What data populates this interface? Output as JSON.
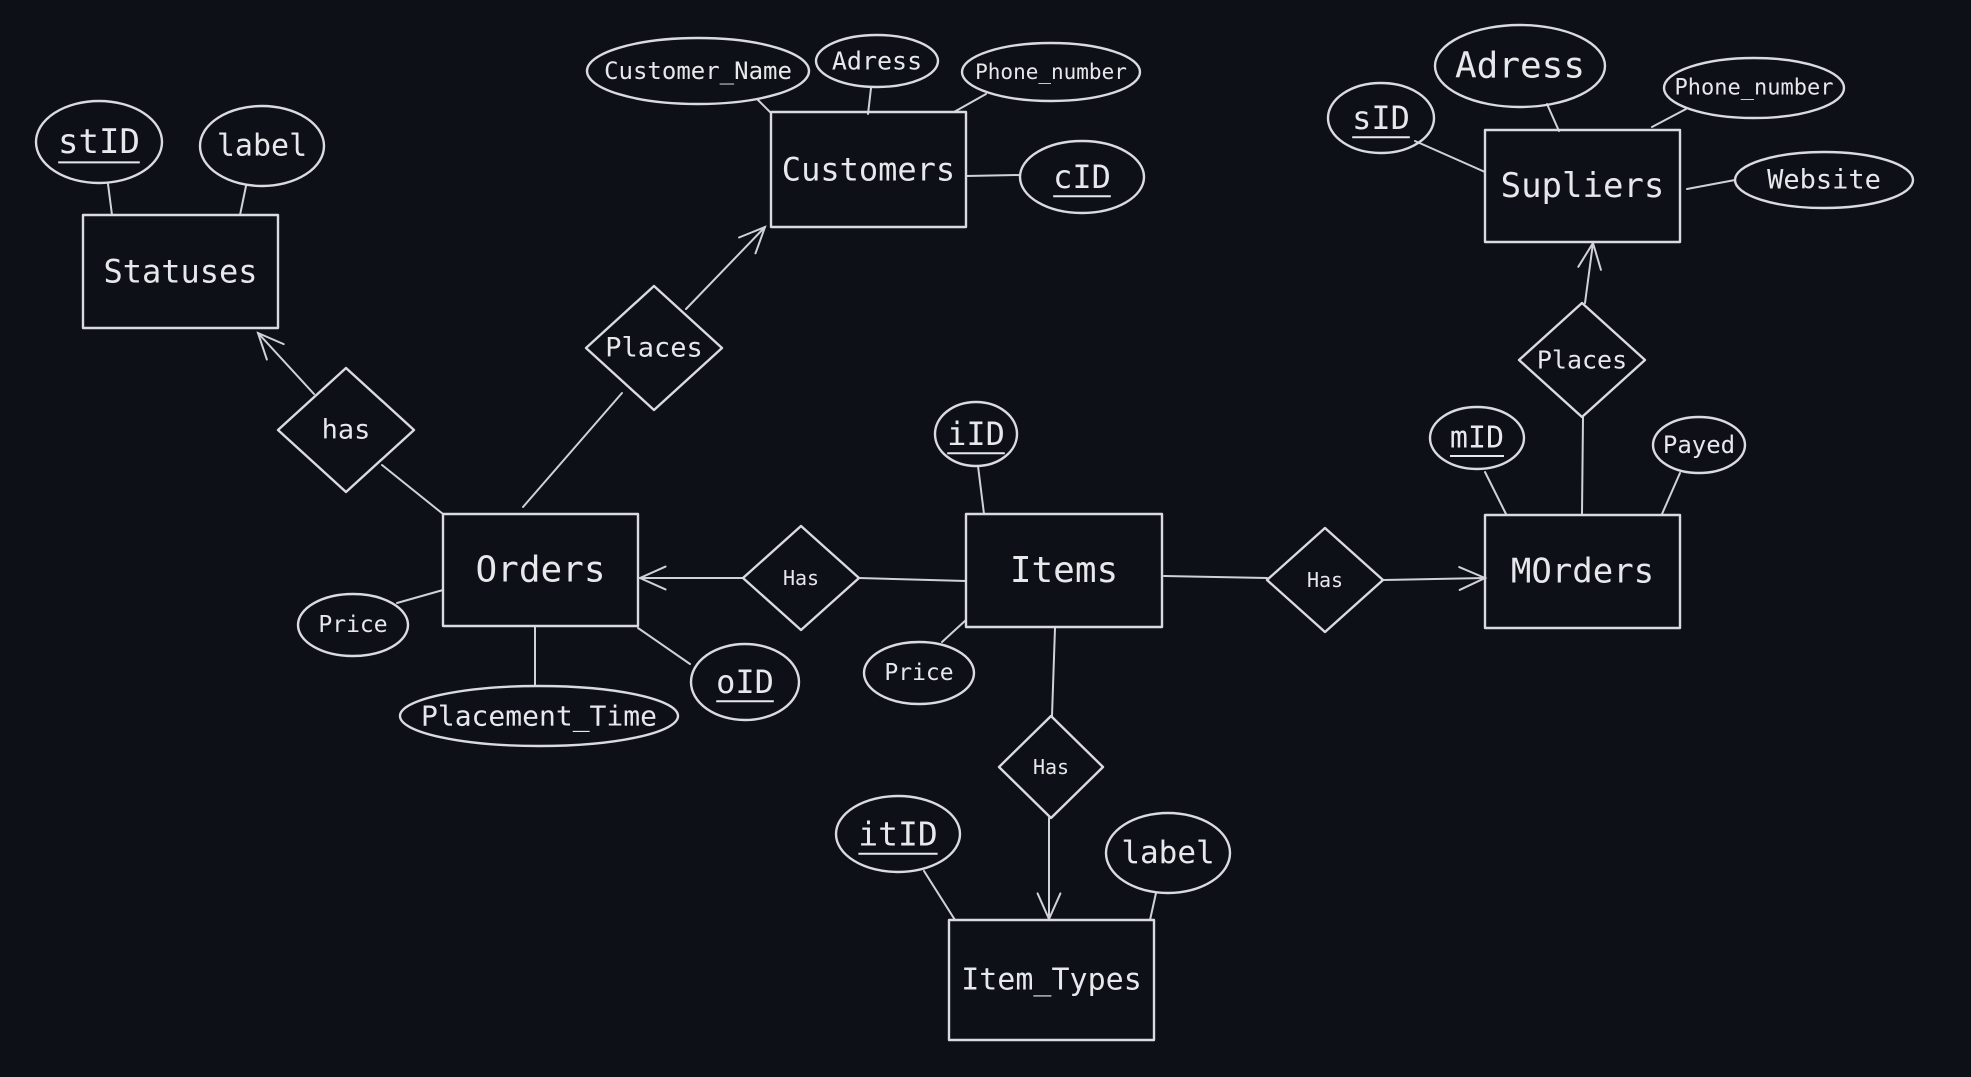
{
  "colors": {
    "background": "#0d1017",
    "stroke": "#d9dbe0",
    "text": "#e6e8ec"
  },
  "entities": [
    {
      "id": "statuses",
      "label": "Statuses"
    },
    {
      "id": "customers",
      "label": "Customers"
    },
    {
      "id": "supliers",
      "label": "Supliers"
    },
    {
      "id": "orders",
      "label": "Orders"
    },
    {
      "id": "items",
      "label": "Items"
    },
    {
      "id": "morders",
      "label": "MOrders"
    },
    {
      "id": "item_types",
      "label": "Item_Types"
    }
  ],
  "relationships": [
    {
      "id": "rel_has_status",
      "label": "has"
    },
    {
      "id": "rel_places_customer",
      "label": "Places"
    },
    {
      "id": "rel_places_suplier",
      "label": "Places"
    },
    {
      "id": "rel_has_orders",
      "label": "Has"
    },
    {
      "id": "rel_has_morders",
      "label": "Has"
    },
    {
      "id": "rel_has_itemtype",
      "label": "Has"
    }
  ],
  "attributes": [
    {
      "id": "a_stid",
      "label": "stID",
      "key": true
    },
    {
      "id": "a_st_label",
      "label": "label",
      "key": false
    },
    {
      "id": "a_cust_name",
      "label": "Customer_Name",
      "key": false
    },
    {
      "id": "a_cust_adress",
      "label": "Adress",
      "key": false
    },
    {
      "id": "a_cust_phone",
      "label": "Phone_number",
      "key": false
    },
    {
      "id": "a_cid",
      "label": "cID",
      "key": true
    },
    {
      "id": "a_sid",
      "label": "sID",
      "key": true
    },
    {
      "id": "a_sup_adress",
      "label": "Adress",
      "key": false
    },
    {
      "id": "a_sup_phone",
      "label": "Phone_number",
      "key": false
    },
    {
      "id": "a_sup_website",
      "label": "Website",
      "key": false
    },
    {
      "id": "a_iid",
      "label": "iID",
      "key": true
    },
    {
      "id": "a_mid",
      "label": "mID",
      "key": true
    },
    {
      "id": "a_payed",
      "label": "Payed",
      "key": false
    },
    {
      "id": "a_ord_price",
      "label": "Price",
      "key": false
    },
    {
      "id": "a_placement",
      "label": "Placement_Time",
      "key": false
    },
    {
      "id": "a_oid",
      "label": "oID",
      "key": true
    },
    {
      "id": "a_item_price",
      "label": "Price",
      "key": false
    },
    {
      "id": "a_itid",
      "label": "itID",
      "key": true
    },
    {
      "id": "a_it_label",
      "label": "label",
      "key": false
    }
  ]
}
